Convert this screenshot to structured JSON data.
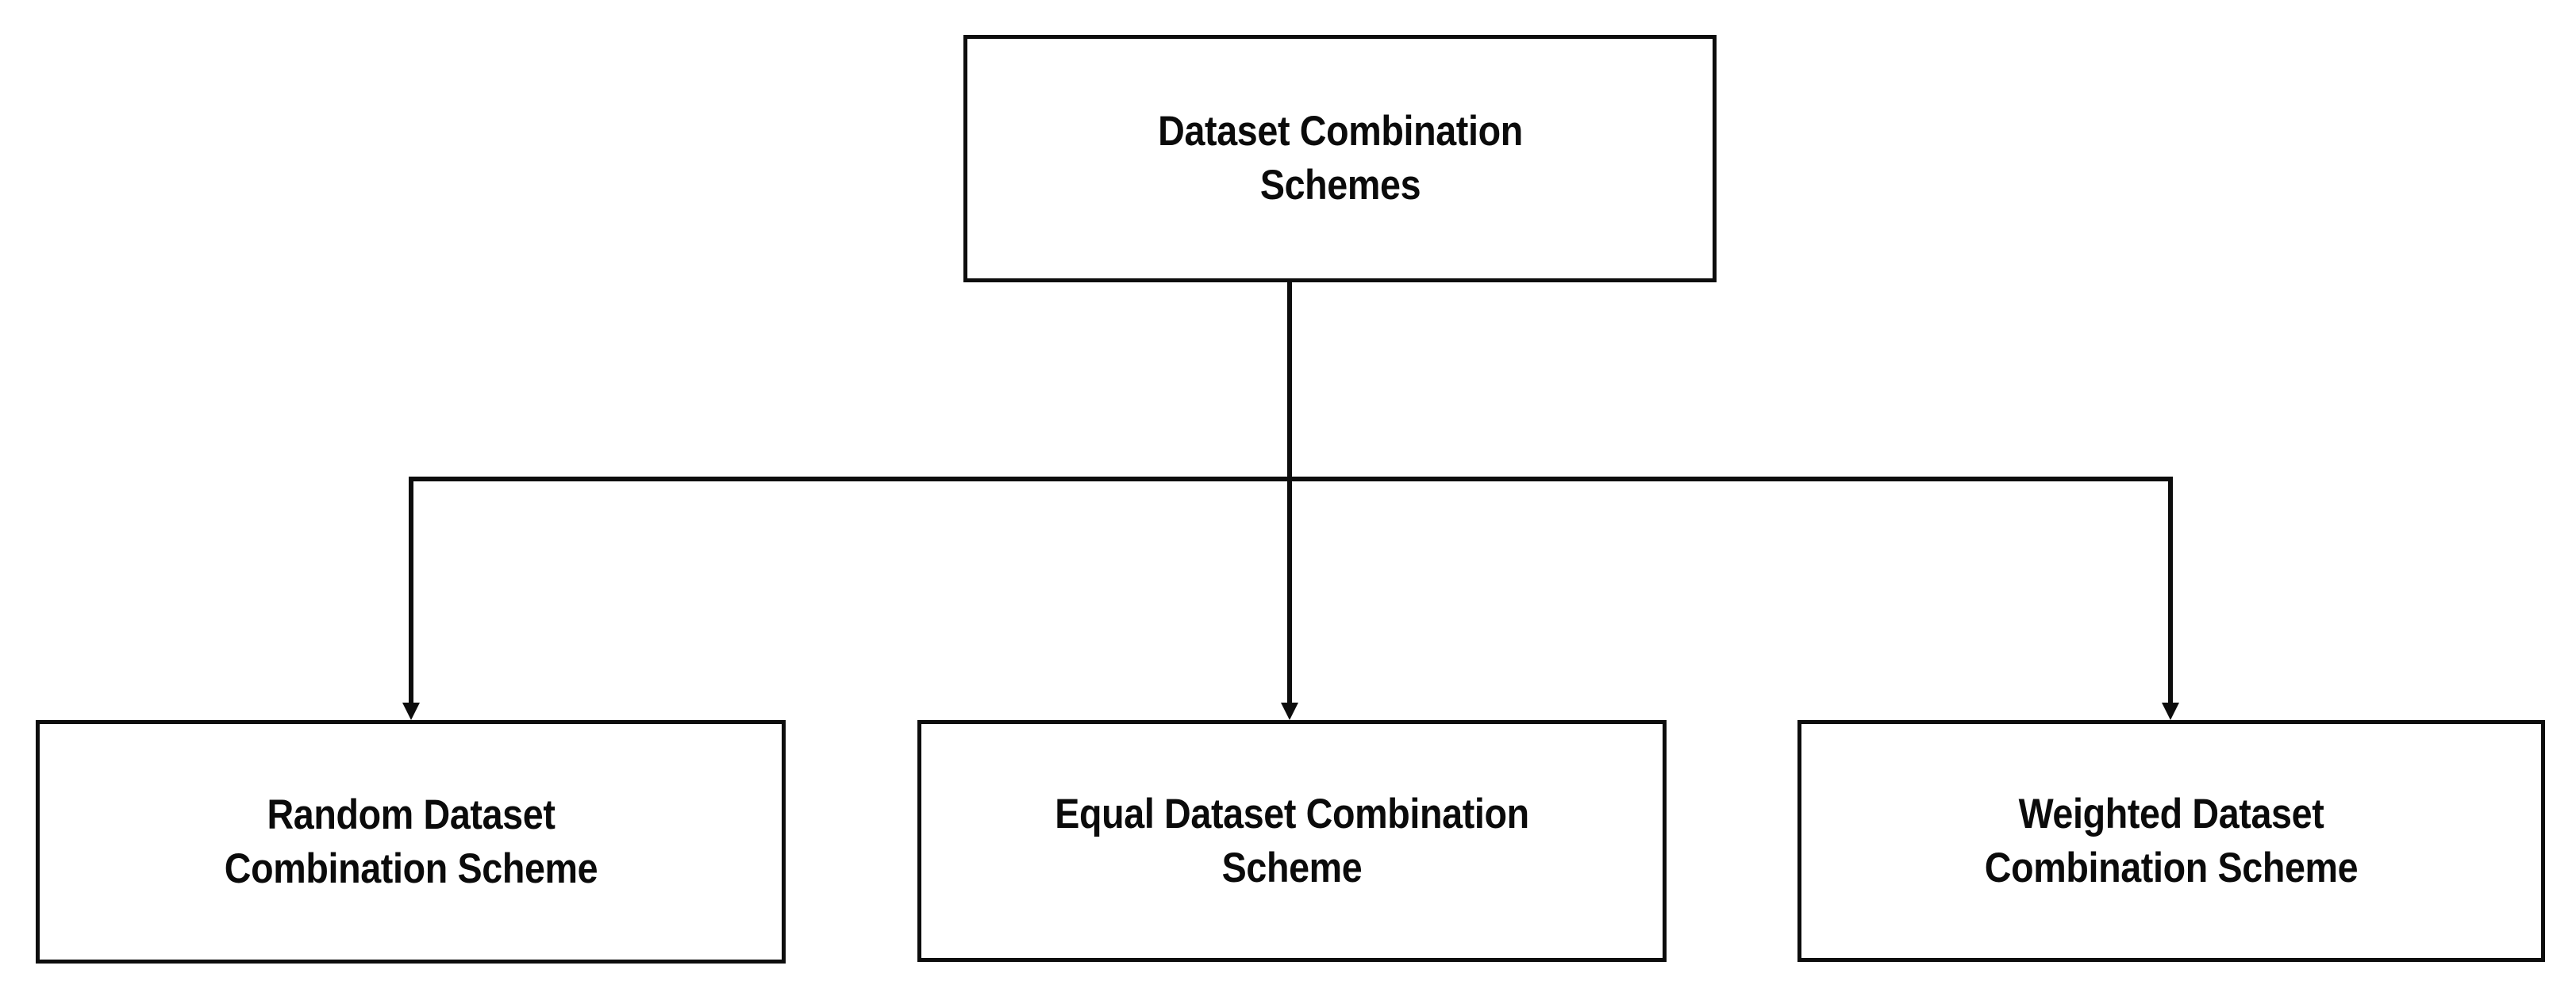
{
  "diagram": {
    "type": "hierarchy-tree",
    "title": "Dataset Combination Schemes",
    "orientation": "top-down",
    "background_color": "#ffffff",
    "line_color": "#0d0d0d",
    "text_color": "#0b0b0b",
    "root": {
      "id": "root",
      "label": "Dataset Combination Schemes"
    },
    "children": [
      {
        "id": "random",
        "label": "Random Dataset Combination Scheme"
      },
      {
        "id": "equal",
        "label": "Equal Dataset Combination Scheme"
      },
      {
        "id": "weighted",
        "label": "Weighted Dataset Combination Scheme"
      }
    ],
    "edges": [
      {
        "from": "root",
        "to": "random",
        "arrowhead": "filled-triangle"
      },
      {
        "from": "root",
        "to": "equal",
        "arrowhead": "filled-triangle"
      },
      {
        "from": "root",
        "to": "weighted",
        "arrowhead": "filled-triangle"
      }
    ]
  }
}
